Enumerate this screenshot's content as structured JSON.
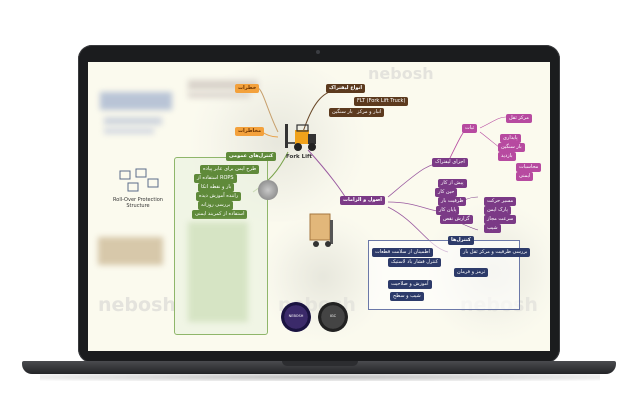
{
  "watermark": "nebosh",
  "diagram": {
    "center_label": "Fork Lift",
    "rollover_label": "Roll-Over Protection Structure",
    "top_branch": {
      "title": "انواع لیفتراک",
      "items": [
        "FLT (Fork Lift Truck)",
        "حمل بار سنگین",
        "انبار و مرکز"
      ]
    },
    "left_branches": [
      "خطرات",
      "مخاطرات"
    ],
    "control_branch": {
      "title": "کنترل‌های عمومی",
      "items": [
        "طرح ایمن برای عابر پیاده",
        "استفاده از ROPS",
        "بار و نقطه اتکا",
        "راننده آموزش دیده",
        "بررسی روزانه",
        "استفاده از کمربند ایمنی"
      ]
    },
    "safe_use_branch": {
      "title": "اصول و الزامات",
      "items": [
        "اجزای لیفتراک",
        "پیش از کار",
        "حین کار",
        "ظرفیت بار",
        "پایان کار",
        "گزارش نقص",
        "مسیر حرکت",
        "پارک ایمن",
        "سرعت مجاز",
        "شیب"
      ]
    },
    "right_sub_items": [
      "ثبات",
      "مرکز ثقل",
      "پایداری",
      "بار سنگین",
      "بازدید",
      "محاسبات",
      "ایمنی"
    ],
    "bottom_table": {
      "header": "کنترل‌ها",
      "rows": [
        "بررسی ظرفیت و مرکز ثقل بار",
        "اطمینان از سلامت قطعات",
        "کنترل فشار باد لاستیک",
        "ترمز و فرمان",
        "آموزش و صلاحیت",
        "شیب و سطح"
      ]
    },
    "badges": [
      "NEBOSH",
      "IGC"
    ]
  }
}
